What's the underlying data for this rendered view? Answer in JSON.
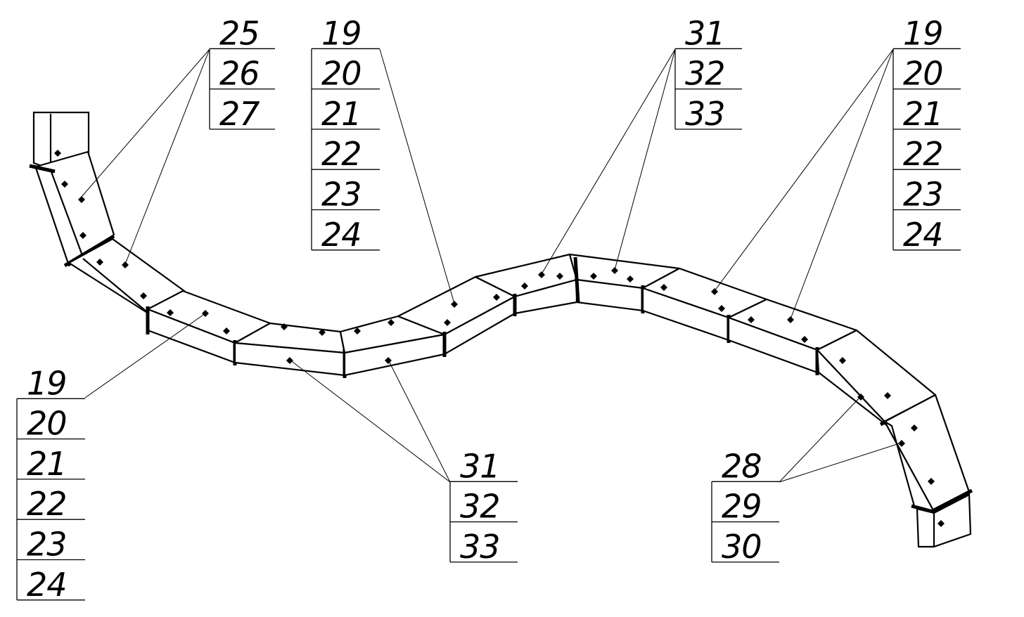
{
  "callouts": [
    {
      "id": "top-left",
      "items": [
        "25",
        "26",
        "27"
      ]
    },
    {
      "id": "top-center-left",
      "items": [
        "19",
        "20",
        "21",
        "22",
        "23",
        "24"
      ]
    },
    {
      "id": "top-center-right",
      "items": [
        "31",
        "32",
        "33"
      ]
    },
    {
      "id": "top-right",
      "items": [
        "19",
        "20",
        "21",
        "22",
        "23",
        "24"
      ]
    },
    {
      "id": "bottom-left",
      "items": [
        "19",
        "20",
        "21",
        "22",
        "23",
        "24"
      ]
    },
    {
      "id": "bottom-center",
      "items": [
        "31",
        "32",
        "33"
      ]
    },
    {
      "id": "bottom-right",
      "items": [
        "28",
        "29",
        "30"
      ]
    }
  ]
}
